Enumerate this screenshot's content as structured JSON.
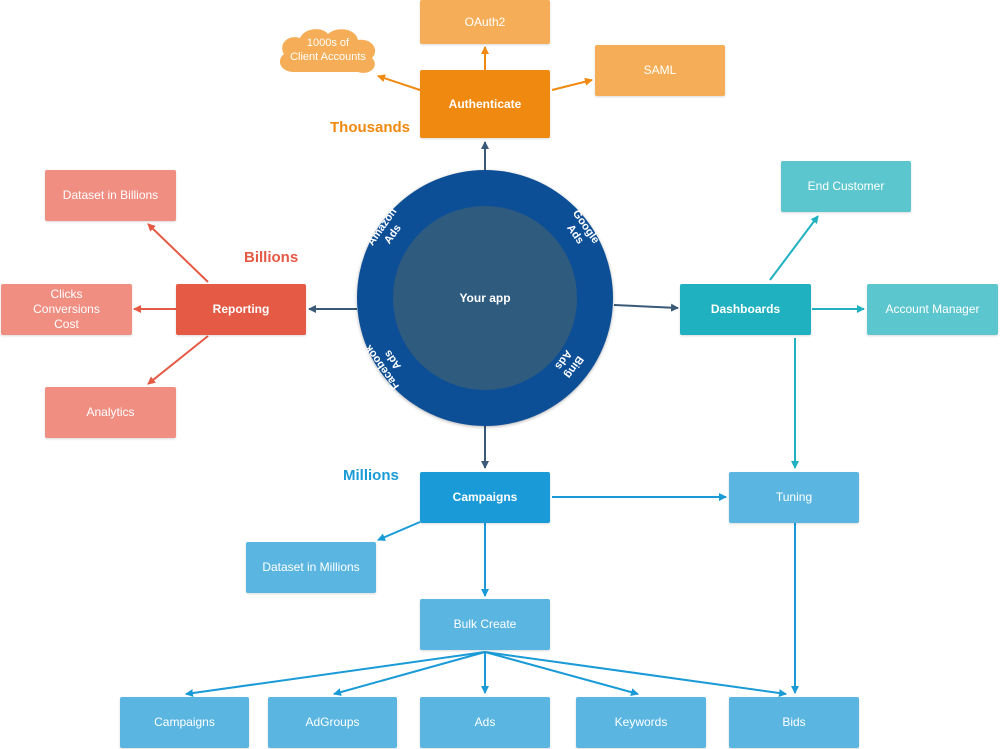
{
  "hub": {
    "center": "Your app",
    "ring": {
      "top_left": "Amazon\nAds",
      "top_right": "Google\nAds",
      "bottom_left": "Facebook\nAds",
      "bottom_right": "Bing\nAds"
    }
  },
  "tiers": {
    "thousands": "Thousands",
    "billions": "Billions",
    "millions": "Millions"
  },
  "auth": {
    "main": "Authenticate",
    "oauth": "OAuth2",
    "saml": "SAML",
    "cloud": "1000s of\nClient Accounts"
  },
  "reporting": {
    "main": "Reporting",
    "dataset": "Dataset in Billions",
    "metrics": "Clicks\nConversions\nCost",
    "analytics": "Analytics"
  },
  "dashboards": {
    "main": "Dashboards",
    "end_customer": "End Customer",
    "account_manager": "Account Manager",
    "tuning": "Tuning"
  },
  "campaigns": {
    "main": "Campaigns",
    "dataset": "Dataset in Millions",
    "bulk_create": "Bulk Create",
    "children": [
      "Campaigns",
      "AdGroups",
      "Ads",
      "Keywords",
      "Bids"
    ]
  },
  "colors": {
    "orange_dark": "#f0890f",
    "orange_light": "#f5ae57",
    "red_dark": "#e45a44",
    "red_light": "#f08e82",
    "teal_dark": "#1fb1bf",
    "teal_light": "#5cc6cf",
    "blue_dark": "#1a9ad6",
    "blue_light": "#5ab6e1",
    "hub_ring": "#0d4f97",
    "hub_center": "#2f5b7e",
    "navy_arrow": "#3a5a78"
  }
}
